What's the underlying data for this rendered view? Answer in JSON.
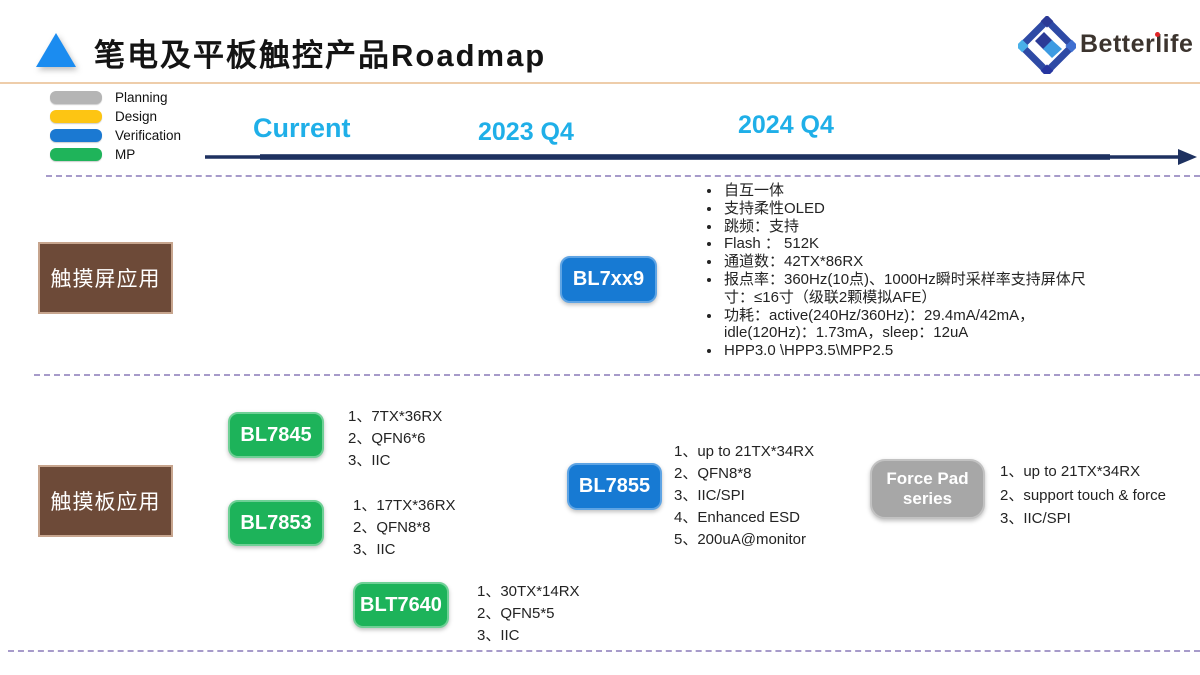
{
  "header": {
    "title": "笔电及平板触控产品Roadmap",
    "brand": "Betterlife"
  },
  "colors": {
    "accent_cyan": "#1fafe8",
    "timeline_navy": "#1e3160",
    "chip_blue": "#177ad3",
    "chip_green": "#1db35a",
    "chip_gray": "#a7a7a7",
    "legend_planning": "#b5b5b5",
    "legend_design": "#fdc513",
    "legend_verification": "#1b79d2",
    "legend_mp": "#1fb45a",
    "row_label_brown": "#6d4a38",
    "dashed_line_purple": "#a79bca",
    "header_rule_peach": "#eecdaa",
    "logo_dot_red": "#e02427"
  },
  "legend": [
    {
      "label": "Planning"
    },
    {
      "label": "Design"
    },
    {
      "label": "Verification"
    },
    {
      "label": "MP"
    }
  ],
  "timeline": {
    "labels": [
      "Current",
      "2023 Q4",
      "2024 Q4"
    ]
  },
  "rows": [
    {
      "label": "触摸屏应用"
    },
    {
      "label": "触摸板应用"
    }
  ],
  "touchscreen": {
    "chip": "BL7xx9",
    "specs": [
      "自互一体",
      "支持柔性OLED",
      "跳频：支持",
      "Flash ： 512K",
      "通道数：42TX*86RX",
      "报点率：360Hz(10点)、1000Hz瞬时采样率支持屏体尺寸：≤16寸（级联2颗模拟AFE）",
      "功耗：active(240Hz/360Hz)：29.4mA/42mA，idle(120Hz)：1.73mA，sleep：12uA",
      "HPP3.0 \\HPP3.5\\MPP2.5"
    ]
  },
  "touchpad": {
    "bl7845": {
      "chip": "BL7845",
      "specs": [
        "1、7TX*36RX",
        "2、QFN6*6",
        "3、IIC"
      ]
    },
    "bl7853": {
      "chip": "BL7853",
      "specs": [
        "1、17TX*36RX",
        "2、QFN8*8",
        "3、IIC"
      ]
    },
    "bl7855": {
      "chip": "BL7855",
      "specs": [
        "1、up to 21TX*34RX",
        "2、QFN8*8",
        "3、IIC/SPI",
        "4、Enhanced ESD",
        "5、200uA@monitor"
      ]
    },
    "force_pad": {
      "chip": "Force Pad series",
      "specs": [
        "1、up to 21TX*34RX",
        "2、support touch & force",
        "3、IIC/SPI"
      ]
    },
    "blt7640": {
      "chip": "BLT7640",
      "specs": [
        "1、30TX*14RX",
        "2、QFN5*5",
        "3、IIC"
      ]
    }
  }
}
